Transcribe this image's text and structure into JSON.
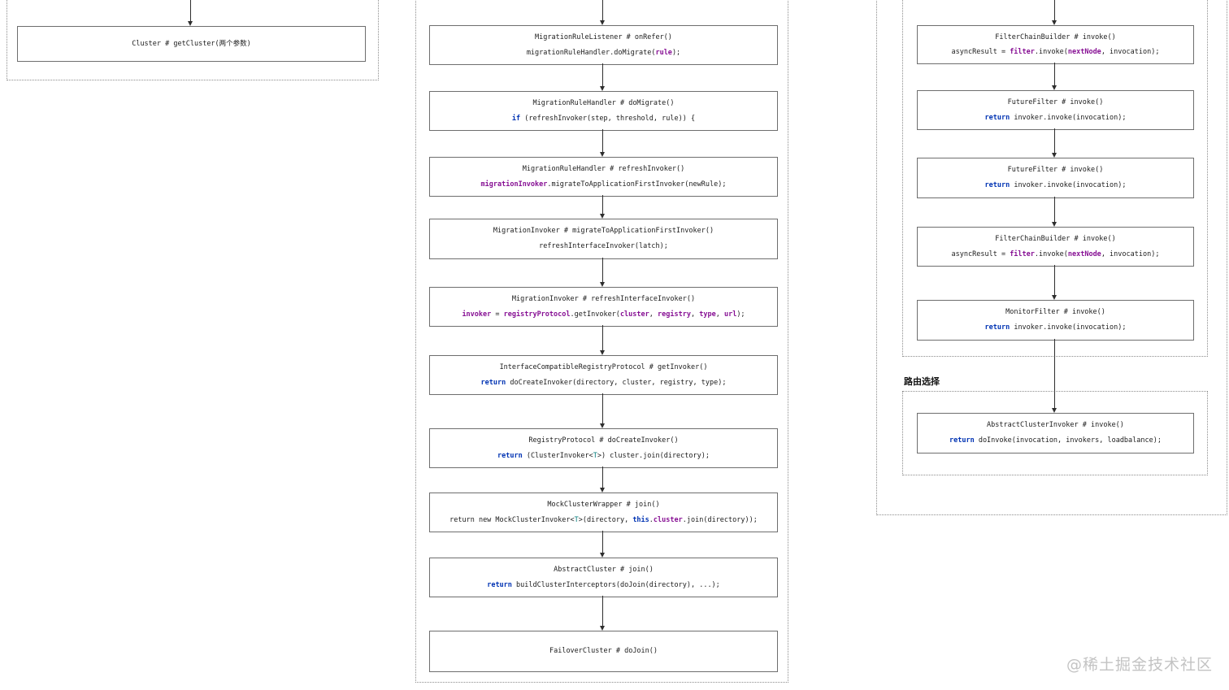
{
  "colors": {
    "background": "#ffffff",
    "text": "#1c1c1c",
    "keyword": "#0033b3",
    "variable": "#871094",
    "generic_type": "#067d7d",
    "box_border": "#6e6e6e",
    "container_border": "#8c8c8c",
    "arrow": "#2e2e2e",
    "watermark": "#c3c3c3"
  },
  "left_column": {
    "nodes": [
      {
        "title": "Cluster # getCluster(两个参数)"
      }
    ]
  },
  "middle_column": {
    "nodes": [
      {
        "title": "MigrationRuleListener # onRefer()",
        "code": [
          {
            "t": "migrationRuleHandler.doMigrate(",
            "c": "plain"
          },
          {
            "t": "rule",
            "c": "var"
          },
          {
            "t": ");",
            "c": "plain"
          }
        ]
      },
      {
        "title": "MigrationRuleHandler # doMigrate()",
        "code": [
          {
            "t": "if",
            "c": "kw"
          },
          {
            "t": " (refreshInvoker(step, threshold, rule)) {",
            "c": "plain"
          }
        ]
      },
      {
        "title": "MigrationRuleHandler # refreshInvoker()",
        "code": [
          {
            "t": "migrationInvoker",
            "c": "var"
          },
          {
            "t": ".migrateToApplicationFirstInvoker(newRule);",
            "c": "plain"
          }
        ]
      },
      {
        "title": "MigrationInvoker # migrateToApplicationFirstInvoker()",
        "code": [
          {
            "t": "refreshInterfaceInvoker(latch);",
            "c": "plain"
          }
        ]
      },
      {
        "title": "MigrationInvoker # refreshInterfaceInvoker()",
        "code": [
          {
            "t": "invoker",
            "c": "var"
          },
          {
            "t": " = ",
            "c": "plain"
          },
          {
            "t": "registryProtocol",
            "c": "var"
          },
          {
            "t": ".getInvoker(",
            "c": "plain"
          },
          {
            "t": "cluster",
            "c": "var"
          },
          {
            "t": ", ",
            "c": "plain"
          },
          {
            "t": "registry",
            "c": "var"
          },
          {
            "t": ", ",
            "c": "plain"
          },
          {
            "t": "type",
            "c": "var"
          },
          {
            "t": ", ",
            "c": "plain"
          },
          {
            "t": "url",
            "c": "var"
          },
          {
            "t": ");",
            "c": "plain"
          }
        ]
      },
      {
        "title": "InterfaceCompatibleRegistryProtocol # getInvoker()",
        "code": [
          {
            "t": "return",
            "c": "kw"
          },
          {
            "t": " doCreateInvoker(directory, cluster, registry, type);",
            "c": "plain"
          }
        ]
      },
      {
        "title": "RegistryProtocol # doCreateInvoker()",
        "code": [
          {
            "t": "return",
            "c": "kw"
          },
          {
            "t": " (ClusterInvoker<",
            "c": "plain"
          },
          {
            "t": "T",
            "c": "gen"
          },
          {
            "t": ">) cluster.join(directory);",
            "c": "plain"
          }
        ]
      },
      {
        "title": "MockClusterWrapper # join()",
        "code": [
          {
            "t": "return new MockClusterInvoker<",
            "c": "plain"
          },
          {
            "t": "T",
            "c": "gen"
          },
          {
            "t": ">(directory, ",
            "c": "plain"
          },
          {
            "t": "this",
            "c": "kw"
          },
          {
            "t": ".",
            "c": "plain"
          },
          {
            "t": "cluster",
            "c": "var"
          },
          {
            "t": ".join(directory));",
            "c": "plain"
          }
        ]
      },
      {
        "title": "AbstractCluster # join()",
        "code": [
          {
            "t": "return",
            "c": "kw"
          },
          {
            "t": " buildClusterInterceptors(doJoin(directory), ...);",
            "c": "plain"
          }
        ]
      },
      {
        "title": "FailoverCluster # doJoin()"
      }
    ]
  },
  "right_column": {
    "filter_chain": {
      "nodes": [
        {
          "title": "FilterChainBuilder # invoke()",
          "code": [
            {
              "t": "asyncResult = ",
              "c": "plain"
            },
            {
              "t": "filter",
              "c": "var"
            },
            {
              "t": ".invoke(",
              "c": "plain"
            },
            {
              "t": "nextNode",
              "c": "var"
            },
            {
              "t": ", invocation);",
              "c": "plain"
            }
          ]
        },
        {
          "title": "FutureFilter # invoke()",
          "code": [
            {
              "t": "return",
              "c": "kw"
            },
            {
              "t": " invoker.invoke(invocation);",
              "c": "plain"
            }
          ]
        },
        {
          "title": "FutureFilter # invoke()",
          "code": [
            {
              "t": "return",
              "c": "kw"
            },
            {
              "t": " invoker.invoke(invocation);",
              "c": "plain"
            }
          ]
        },
        {
          "title": "FilterChainBuilder # invoke()",
          "code": [
            {
              "t": "asyncResult = ",
              "c": "plain"
            },
            {
              "t": "filter",
              "c": "var"
            },
            {
              "t": ".invoke(",
              "c": "plain"
            },
            {
              "t": "nextNode",
              "c": "var"
            },
            {
              "t": ", invocation);",
              "c": "plain"
            }
          ]
        },
        {
          "title": "MonitorFilter # invoke()",
          "code": [
            {
              "t": "return",
              "c": "kw"
            },
            {
              "t": " invoker.invoke(invocation);",
              "c": "plain"
            }
          ]
        }
      ]
    },
    "route_label": "路由选择",
    "route_select": {
      "nodes": [
        {
          "title": "AbstractClusterInvoker # invoke()",
          "code": [
            {
              "t": "return",
              "c": "kw"
            },
            {
              "t": " doInvoke(invocation, invokers, loadbalance);",
              "c": "plain"
            }
          ]
        }
      ]
    }
  },
  "watermark": {
    "text": "@稀土掘金技术社区"
  }
}
